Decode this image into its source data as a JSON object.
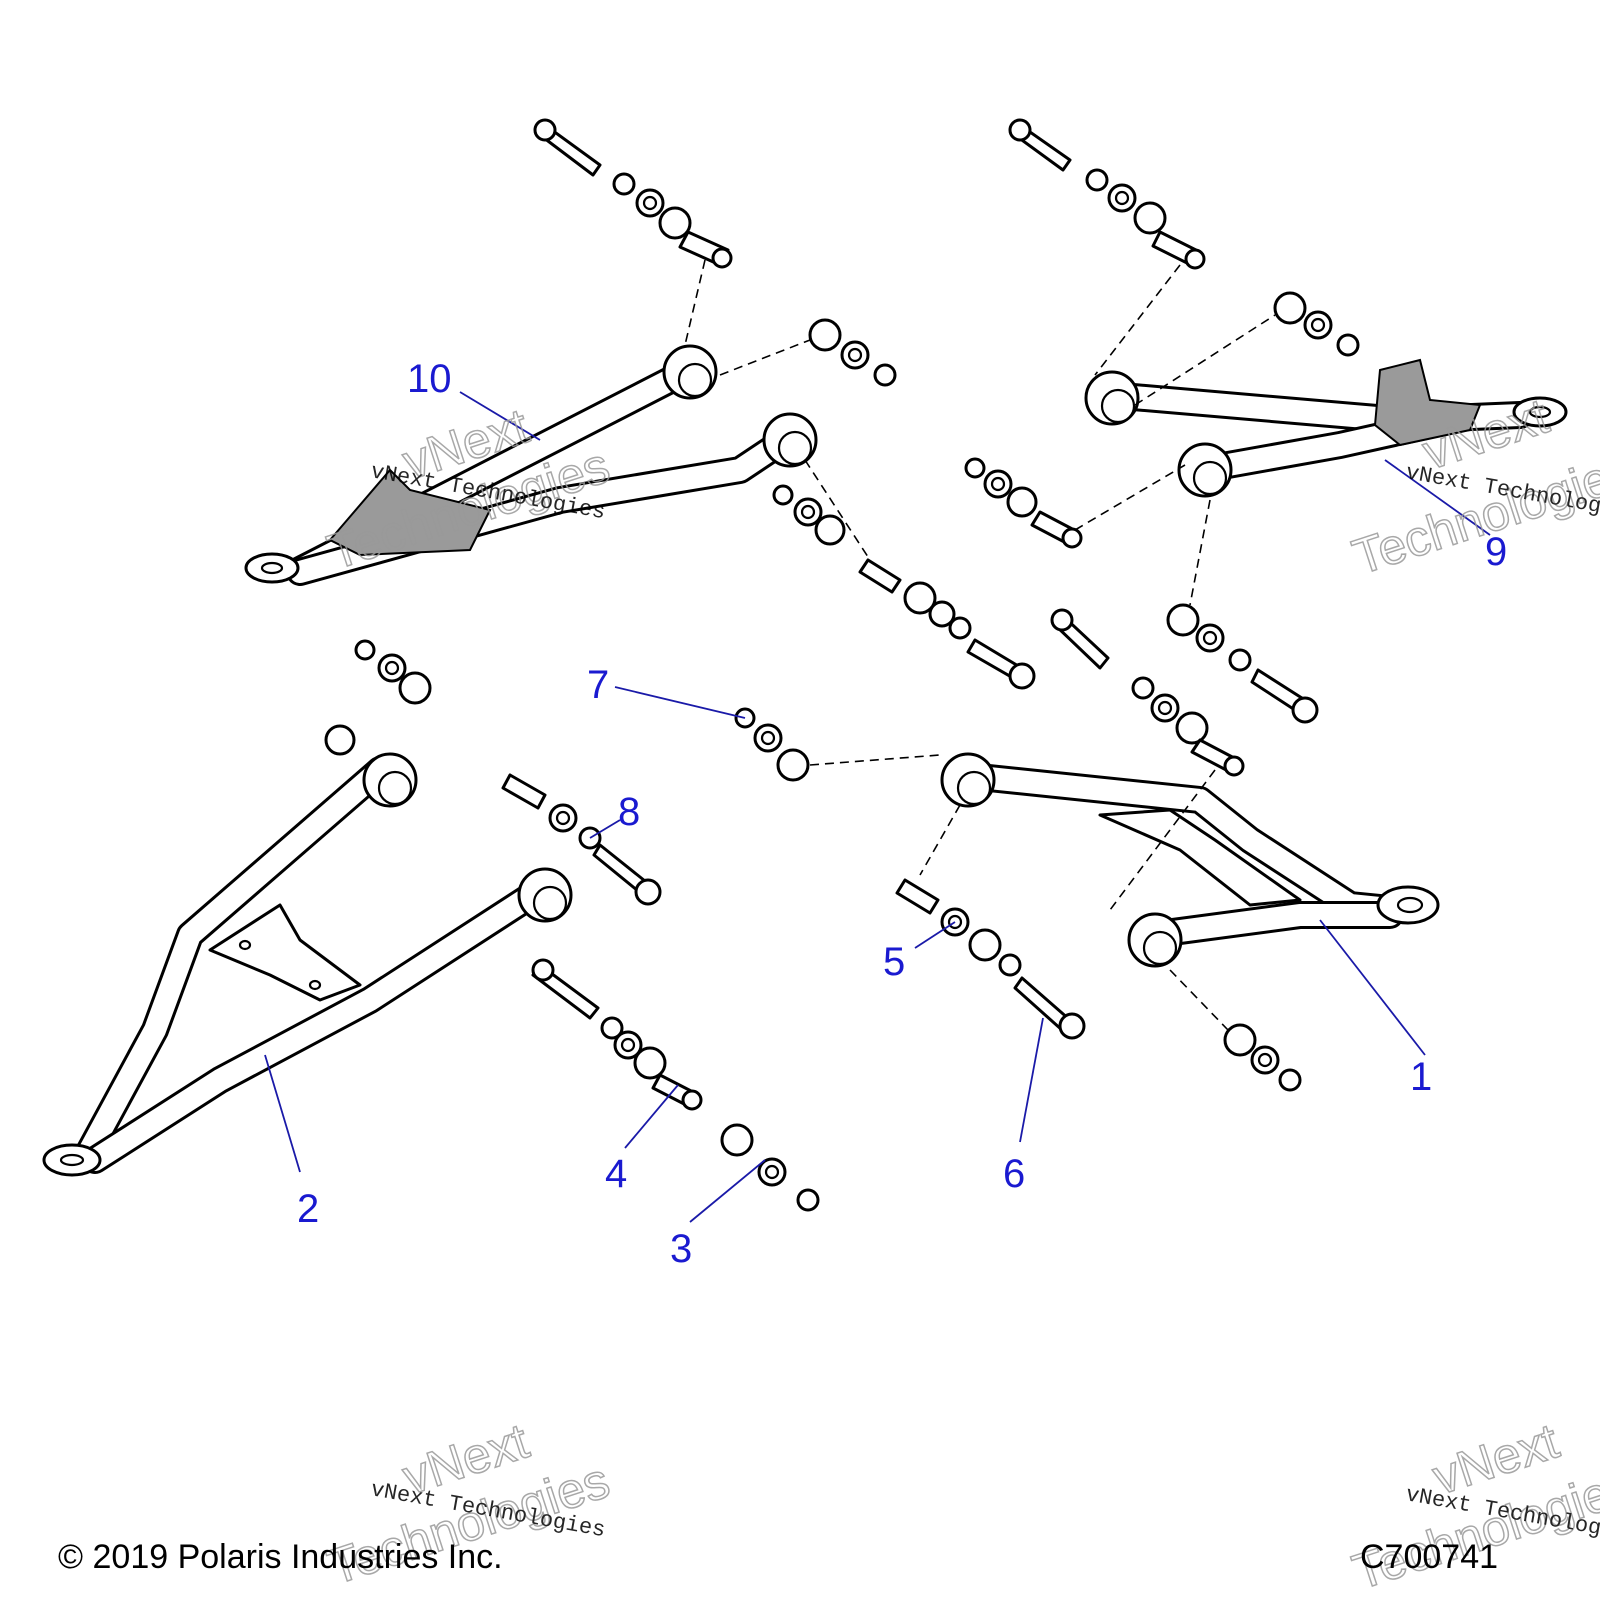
{
  "callouts": [
    {
      "id": "1",
      "label": "1"
    },
    {
      "id": "2",
      "label": "2"
    },
    {
      "id": "3",
      "label": "3"
    },
    {
      "id": "4",
      "label": "4"
    },
    {
      "id": "5",
      "label": "5"
    },
    {
      "id": "6",
      "label": "6"
    },
    {
      "id": "7",
      "label": "7"
    },
    {
      "id": "8",
      "label": "8"
    },
    {
      "id": "9",
      "label": "9"
    },
    {
      "id": "10",
      "label": "10"
    }
  ],
  "footer": {
    "copyright": "© 2019 Polaris Industries Inc.",
    "diagram_code": "C700741"
  },
  "watermark": {
    "line_serif": "vNext Technologies",
    "word_1": "vNext",
    "word_2": "Technologies"
  },
  "colors": {
    "callout": "#1a1ad0",
    "line": "#000000",
    "shade": "#9a9a9a"
  }
}
